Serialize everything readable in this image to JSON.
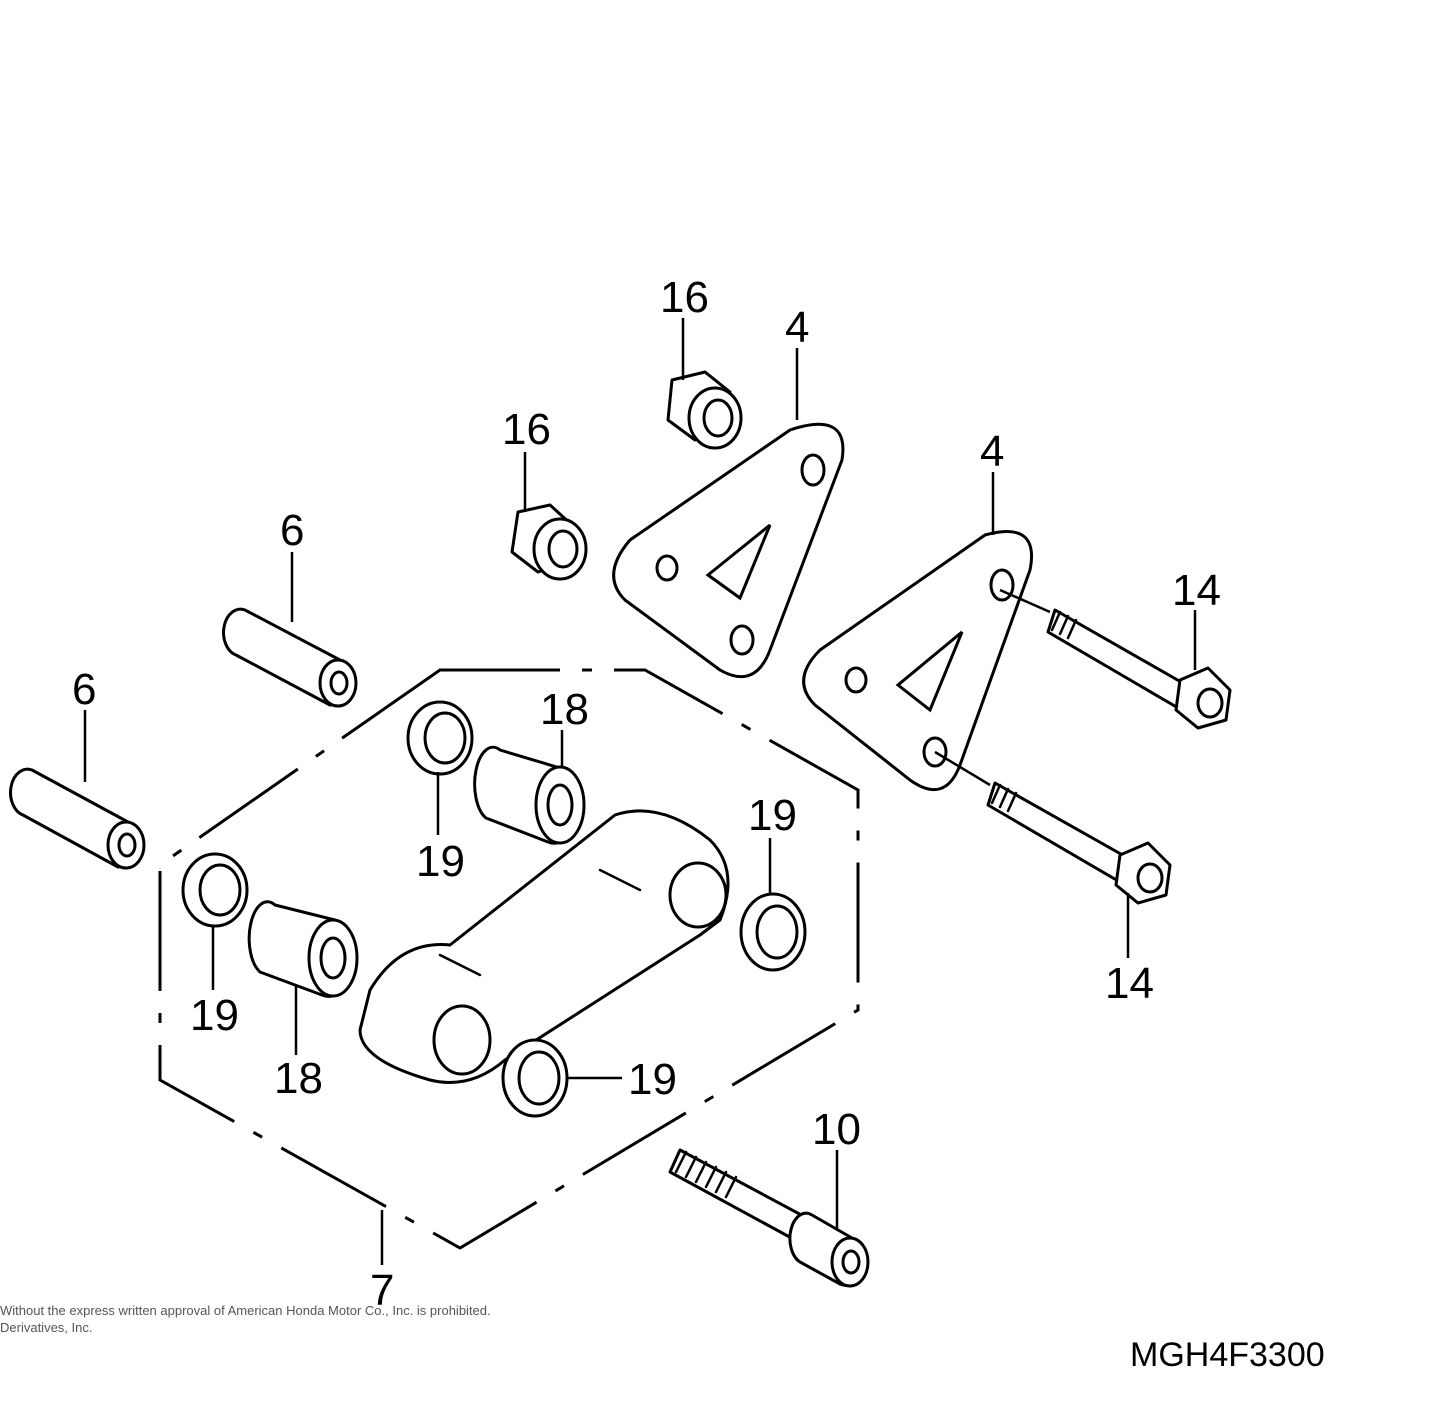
{
  "callouts": {
    "c16a": "16",
    "c16b": "16",
    "c4a": "4",
    "c4b": "4",
    "c6a": "6",
    "c6b": "6",
    "c14a": "14",
    "c14b": "14",
    "c18a": "18",
    "c18b": "18",
    "c19a": "19",
    "c19b": "19",
    "c19c": "19",
    "c19d": "19",
    "c10": "10",
    "c7": "7"
  },
  "footer": {
    "copyright_line1": "Without the express written approval of American Honda Motor Co., Inc. is prohibited.",
    "copyright_line2": "Derivatives, Inc.",
    "diagram_ref": "MGH4F3300"
  }
}
